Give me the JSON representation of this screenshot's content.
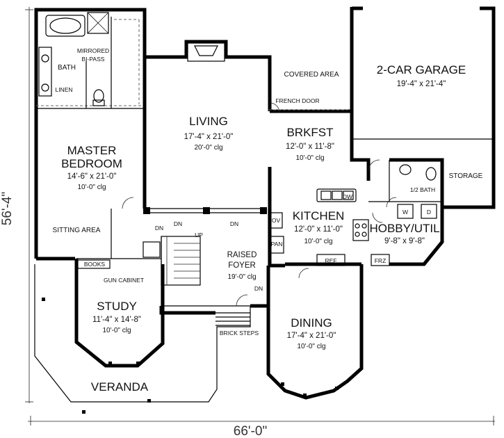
{
  "rooms": {
    "master_bedroom": {
      "name_line1": "MASTER",
      "name_line2": "BEDROOM",
      "size": "14'-6\" x 21'-0\"",
      "ceiling": "10'-0\" clg"
    },
    "sitting_area": {
      "name": "SITTING AREA"
    },
    "bath": {
      "name": "BATH",
      "linen": "LINEN",
      "mirrored_line1": "MIRRORED",
      "mirrored_line2": "BI-PASS"
    },
    "living": {
      "name": "LIVING",
      "size": "17'-4\" x 21'-0\"",
      "ceiling": "20'-0\" clg"
    },
    "covered_area": {
      "name": "COVERED AREA"
    },
    "french_door": {
      "name": "FRENCH DOOR"
    },
    "garage": {
      "name": "2-CAR GARAGE",
      "size": "19'-4\" x 21'-4\""
    },
    "storage": {
      "name": "STORAGE"
    },
    "brkfst": {
      "name": "BRKFST",
      "size": "12'-0\" x 11'-8\"",
      "ceiling": "10'-0\" clg"
    },
    "half_bath": {
      "name": "1/2 BATH"
    },
    "kitchen": {
      "name": "KITCHEN",
      "size": "12'-0\" x 11'-0\"",
      "ceiling": "10'-0\" clg",
      "ov": "OV",
      "pan": "PAN",
      "ref": "REF",
      "dw": "DW"
    },
    "hobby_util": {
      "name": "HOBBY/UTIL",
      "size": "9'-8\" x 9'-8\"",
      "frz": "FRZ",
      "washer": "W",
      "dryer": "D"
    },
    "raised_foyer": {
      "name_line1": "RAISED",
      "name_line2": "FOYER",
      "ceiling": "19'-0\" clg"
    },
    "study": {
      "name": "STUDY",
      "size": "11'-4\" x 14'-8\"",
      "ceiling": "10'-0\" clg",
      "books": "BOOKS",
      "gun_cabinet": "GUN CABINET"
    },
    "dining": {
      "name": "DINING",
      "size": "17'-4\" x 21'-0\"",
      "ceiling": "10'-0\" clg"
    },
    "veranda": {
      "name": "VERANDA"
    },
    "brick_steps": {
      "name": "BRICK STEPS"
    }
  },
  "stairs": {
    "up": "UP",
    "dn": "DN"
  },
  "dimensions": {
    "overall_width": "66'-0\"",
    "overall_depth": "56'-4\""
  }
}
